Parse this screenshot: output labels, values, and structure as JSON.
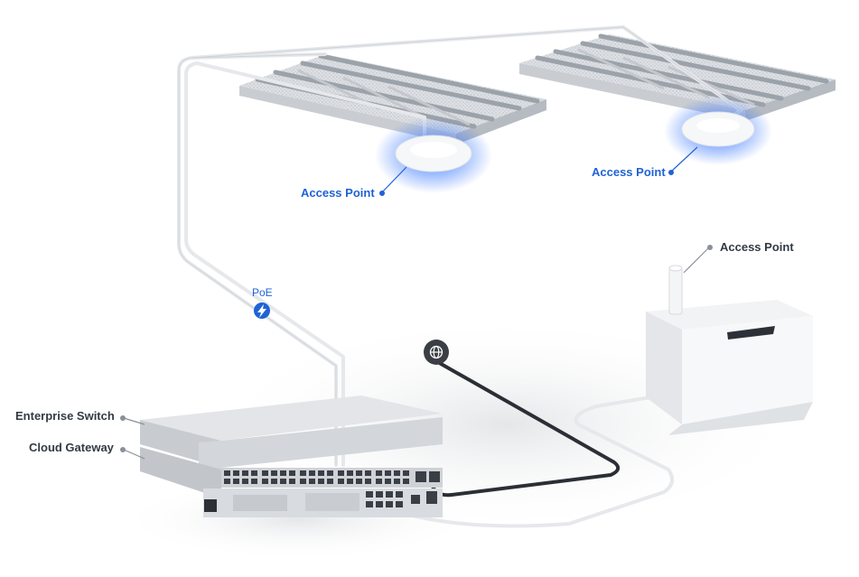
{
  "labels": {
    "access_point_1": "Access Point",
    "access_point_2": "Access Point",
    "access_point_3": "Access Point",
    "poe": "PoE",
    "enterprise_switch": "Enterprise Switch",
    "cloud_gateway": "Cloud Gateway"
  },
  "icons": {
    "poe": "lightning-bolt-icon",
    "internet": "globe-icon"
  },
  "colors": {
    "accent": "#1f62d6",
    "ap_glow": "#3a78ff",
    "label_dark": "#333a44",
    "cable_light": "#e6e8eb",
    "cable_dark": "#2b2f35",
    "device_body": "#d9dbde"
  }
}
